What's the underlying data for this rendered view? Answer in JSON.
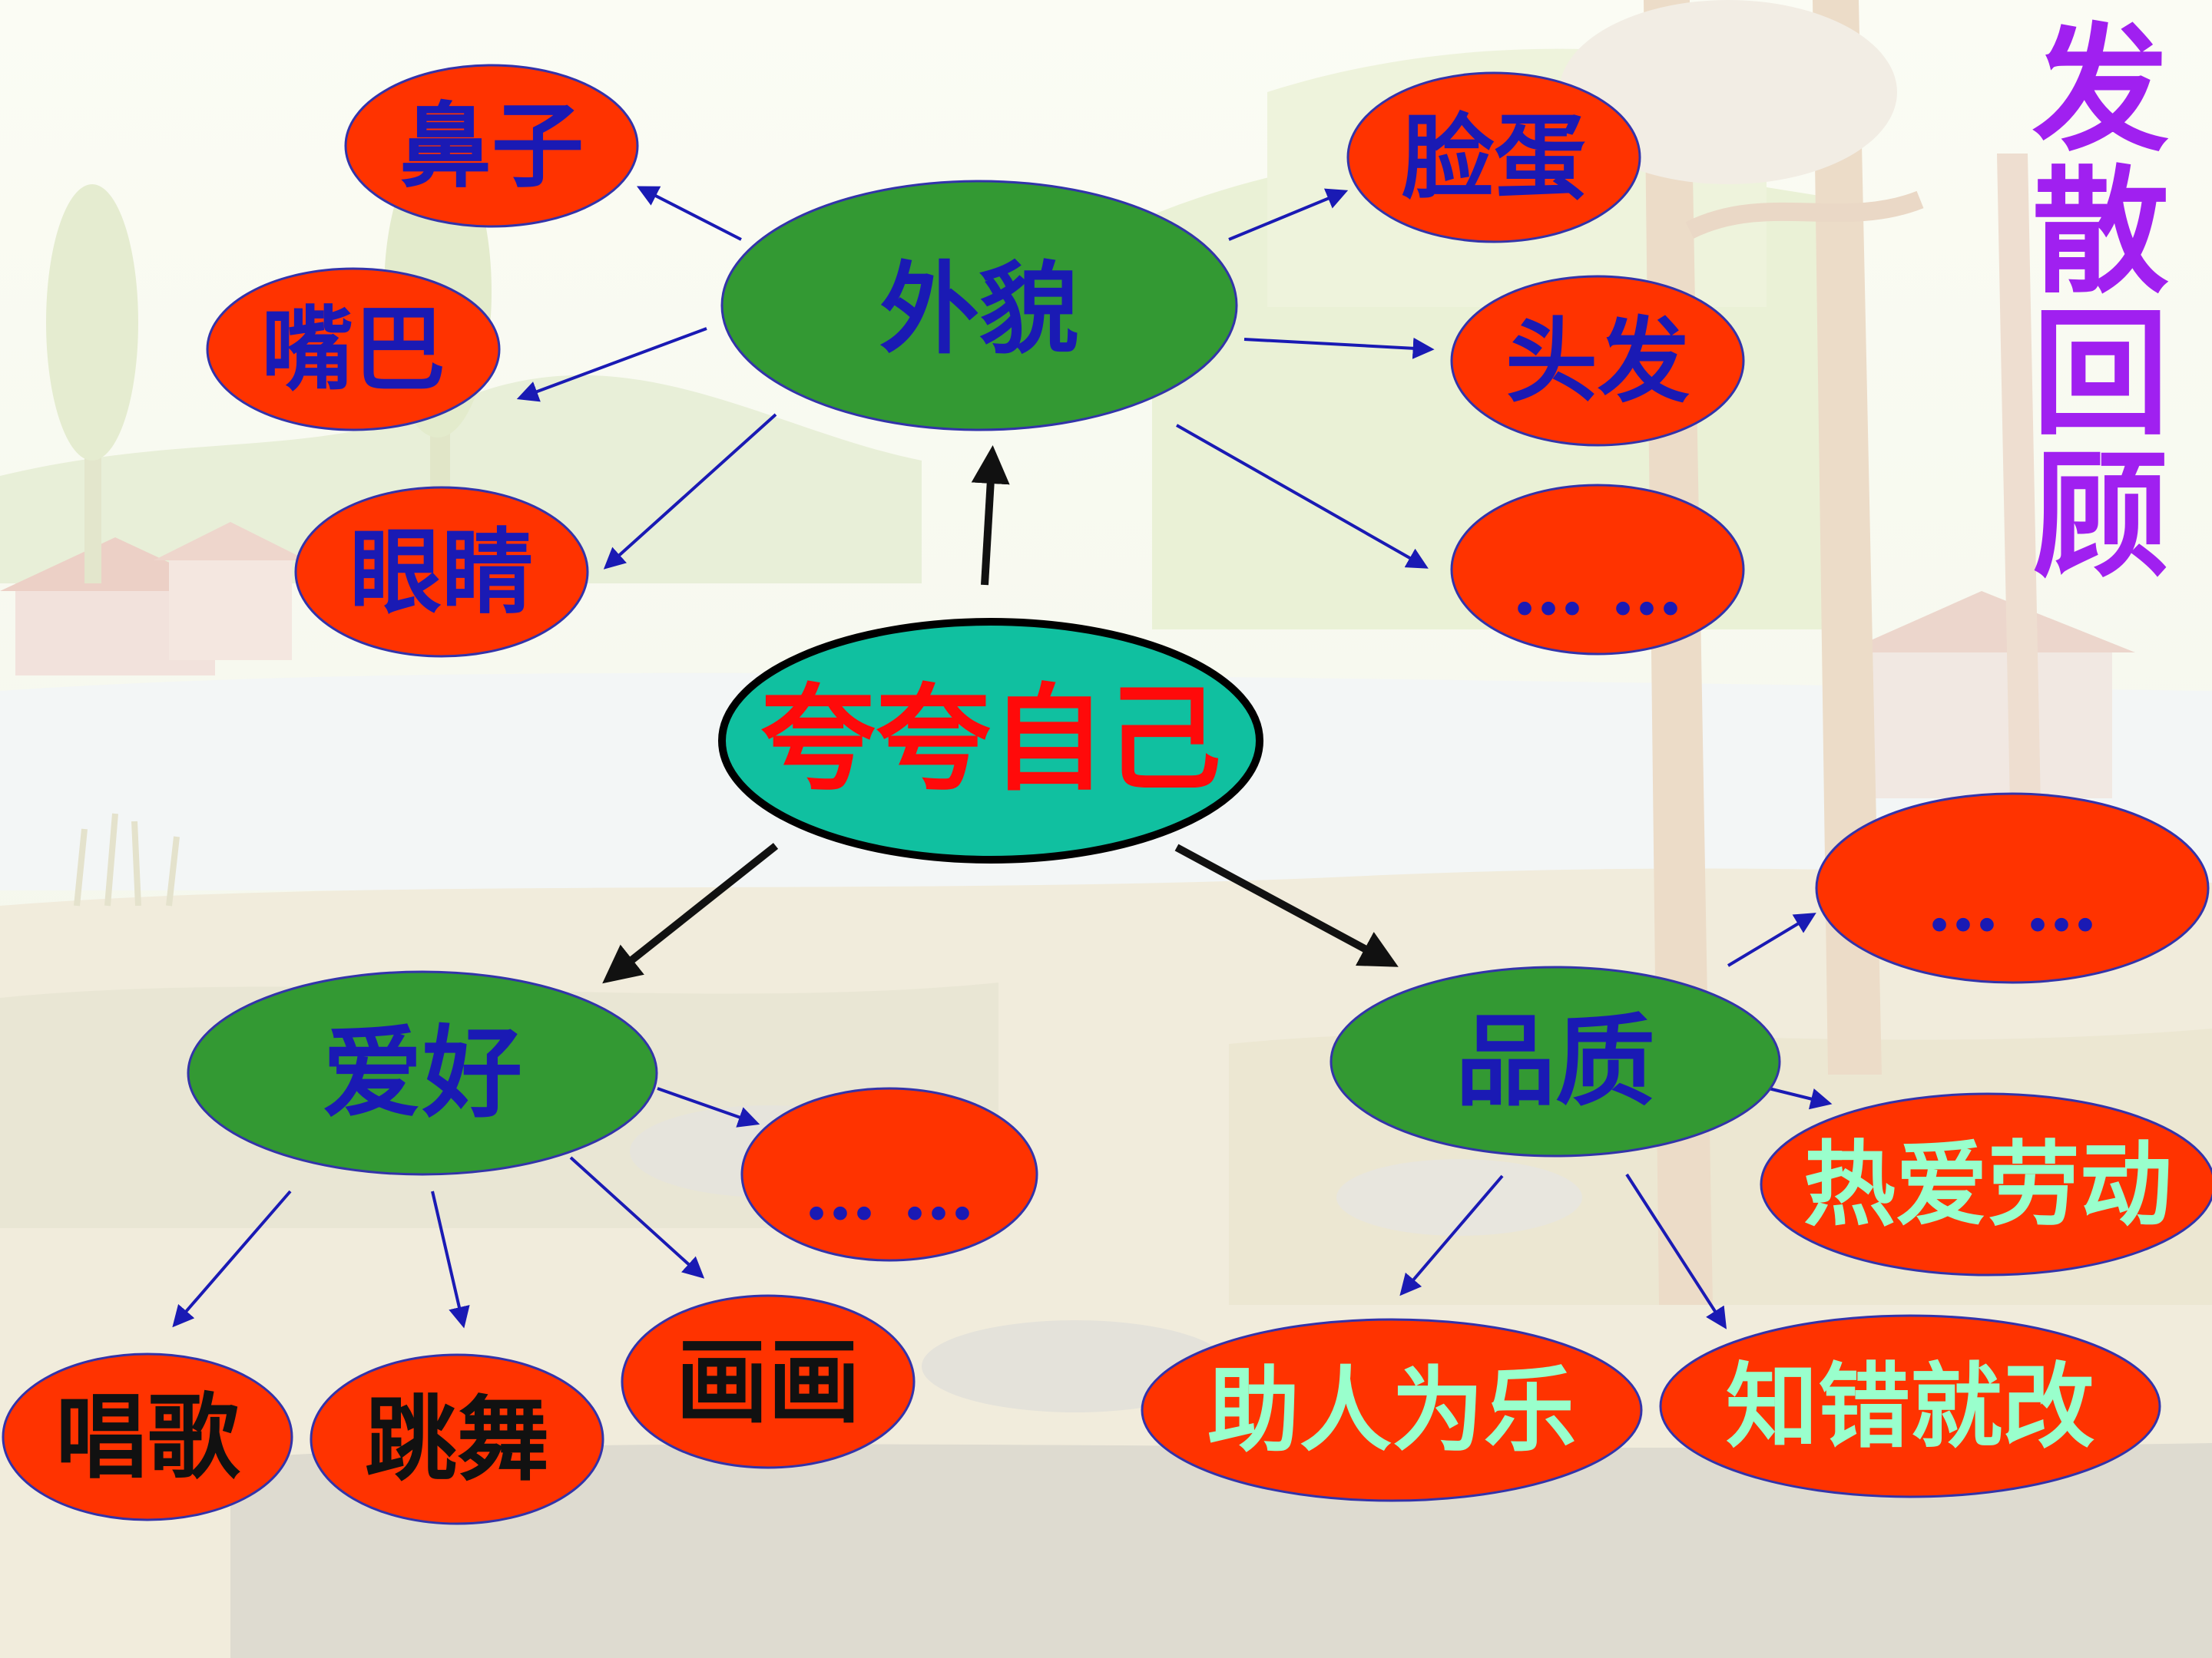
{
  "side_title": [
    "发",
    "散",
    "回",
    "顾"
  ],
  "colors": {
    "side_title": "#a020f0",
    "center_fill": "#10c0a0",
    "center_text": "#ff0a0a",
    "category_fill": "#339933",
    "category_text": "#1a1ab4",
    "leaf_fill": "#ff3300",
    "leaf_stroke": "#3333aa",
    "leaf_text_blue": "#1a1ab4",
    "leaf_text_black": "#111111",
    "leaf_text_mint": "#99ffcc",
    "thick_arrow": "#111111",
    "thin_arrow": "#1a1ab4"
  },
  "center": {
    "label": "夸夸自己"
  },
  "categories": [
    {
      "id": "appearance",
      "label": "外貌"
    },
    {
      "id": "hobby",
      "label": "爱好"
    },
    {
      "id": "quality",
      "label": "品质"
    }
  ],
  "leaves": [
    {
      "label": "鼻子",
      "category": "appearance"
    },
    {
      "label": "嘴巴",
      "category": "appearance"
    },
    {
      "label": "眼睛",
      "category": "appearance"
    },
    {
      "label": "脸蛋",
      "category": "appearance"
    },
    {
      "label": "头发",
      "category": "appearance"
    },
    {
      "label": "… …",
      "category": "appearance"
    },
    {
      "label": "唱歌",
      "category": "hobby"
    },
    {
      "label": "跳舞",
      "category": "hobby"
    },
    {
      "label": "画画",
      "category": "hobby"
    },
    {
      "label": "… …",
      "category": "hobby"
    },
    {
      "label": "… …",
      "category": "quality"
    },
    {
      "label": "热爱劳动",
      "category": "quality"
    },
    {
      "label": "助人为乐",
      "category": "quality"
    },
    {
      "label": "知错就改",
      "category": "quality"
    }
  ]
}
